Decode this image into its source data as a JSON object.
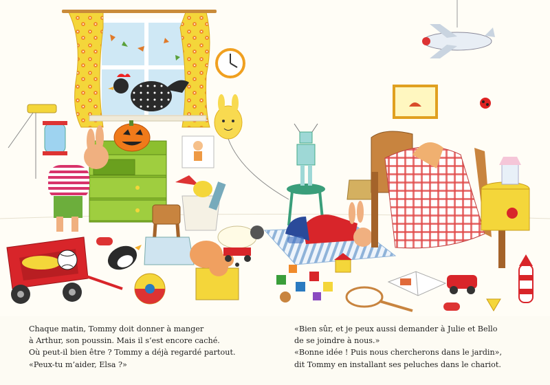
{
  "page": {
    "background": "#fdfbf3",
    "text_left": [
      "Chaque matin, Tommy doit donner à manger",
      "à Arthur, son poussin. Mais il s’est encore caché.",
      "Où peut-il bien être ? Tommy a déjà regardé partout.",
      "«Peux-tu m’aider, Elsa ?»"
    ],
    "text_right": [
      "«Bien sûr, et je peux aussi demander à Julie et Bello",
      "de se joindre à nous.»",
      "«Bonne idée ! Puis nous chercherons dans le jardin»,",
      "dit Tommy en installant ses peluches dans le chariot."
    ]
  },
  "colors": {
    "wall": "#fffdf6",
    "curtain": "#f2d330",
    "dresser": "#8cbf2f",
    "wagon": "#d8252a",
    "bed_wood": "#c8843f",
    "blanket": "#e04848",
    "rug": "#8fb3d9"
  }
}
